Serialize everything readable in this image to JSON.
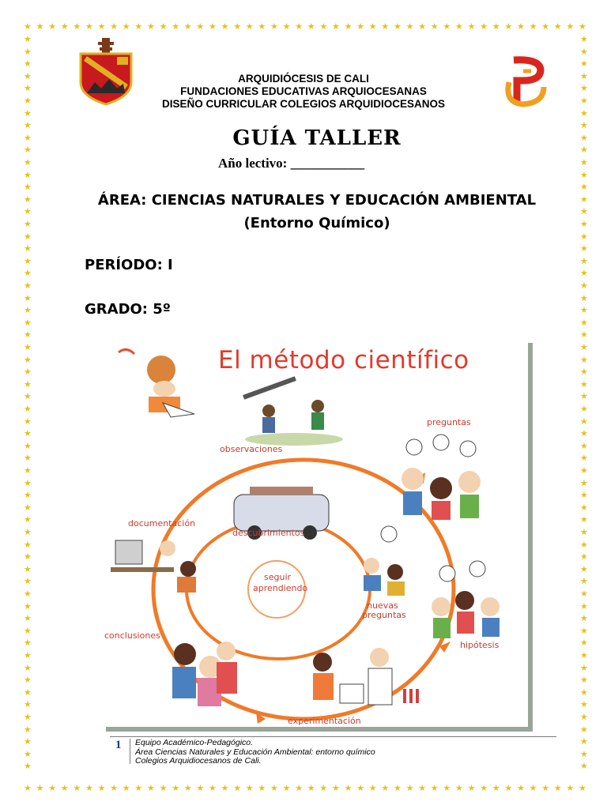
{
  "header": {
    "line1": "ARQUIDIÓCESIS DE CALI",
    "line2": "FUNDACIONES EDUCATIVAS ARQUIOCESANAS",
    "line3": "DISEÑO CURRICULAR COLEGIOS ARQUIDIOCESANOS"
  },
  "title": "GUÍA TALLER",
  "year_label": "Año lectivo: ___________",
  "area": "ÁREA: CIENCIAS NATURALES Y EDUCACIÓN AMBIENTAL",
  "subarea": "(Entorno Químico)",
  "period": "PERÍODO: I",
  "grade": "GRADO: 5º",
  "figure": {
    "title": "El método científico",
    "labels": {
      "observaciones": "observaciones",
      "preguntas": "preguntas",
      "documentacion": "documentación",
      "descubrimientos": "descubrimientos",
      "seguir": "seguir",
      "aprendiendo": "aprendiendo",
      "nuevas": "nuevas",
      "preguntas2": "preguntas",
      "conclusiones": "conclusiones",
      "hipotesis": "hipótesis",
      "experimentacion": "experimentación"
    }
  },
  "footer": {
    "page": "1",
    "line1": "Equipo Académico-Pedagógico.",
    "line2": "Área Ciencias Naturales y Educación Ambiental: entorno químico",
    "line3": "Colegios Arquidiocesanos de Cali."
  },
  "colors": {
    "star": "#e6c21a",
    "accent_red": "#e23a2c",
    "ring_orange": "#f07a28"
  }
}
